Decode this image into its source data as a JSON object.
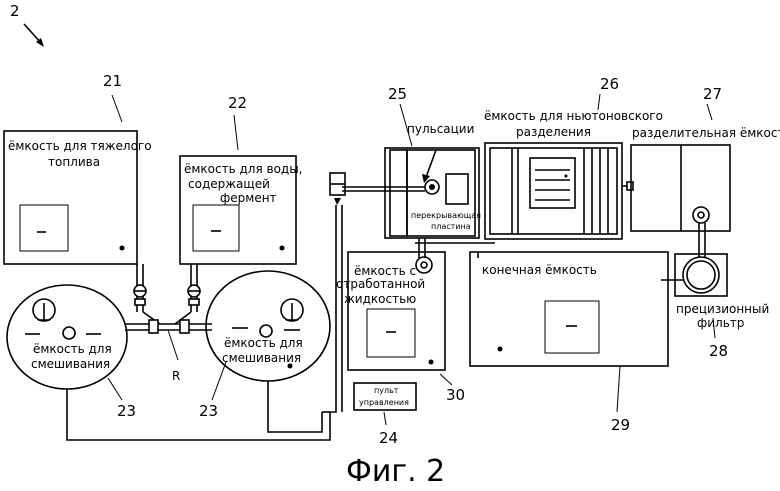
{
  "figure_label": "2",
  "caption": "Фиг. 2",
  "components": {
    "c21": {
      "num": "21",
      "line1": "ёмкость для тяжелого",
      "line2": "топлива"
    },
    "c22": {
      "num": "22",
      "line1": "ёмкость для воды,",
      "line2": "содержащей",
      "line3": "фермент"
    },
    "c23a": {
      "num": "23",
      "line1": "ёмкость для",
      "line2": "смешивания"
    },
    "c23b": {
      "num": "23",
      "line1": "ёмкость для",
      "line2": "смешивания"
    },
    "c24": {
      "num": "24",
      "line1": "пульт",
      "line2": "управления"
    },
    "c25": {
      "num": "25",
      "line1": "пульсации",
      "plate1": "перекрывающая",
      "plate2": "пластина"
    },
    "c26": {
      "num": "26",
      "line1": "ёмкость для ньютоновского",
      "line2": "разделения"
    },
    "c27": {
      "num": "27",
      "line1": "разделительная ёмкость"
    },
    "c28": {
      "num": "28",
      "line1": "прецизионный",
      "line2": "фильтр"
    },
    "c29": {
      "num": "29",
      "line1": "конечная ёмкость"
    },
    "c30": {
      "num": "30",
      "line1": "ёмкость с",
      "line2": "отработанной",
      "line3": "жидкостью"
    },
    "pipe_r": {
      "label": "R"
    }
  }
}
